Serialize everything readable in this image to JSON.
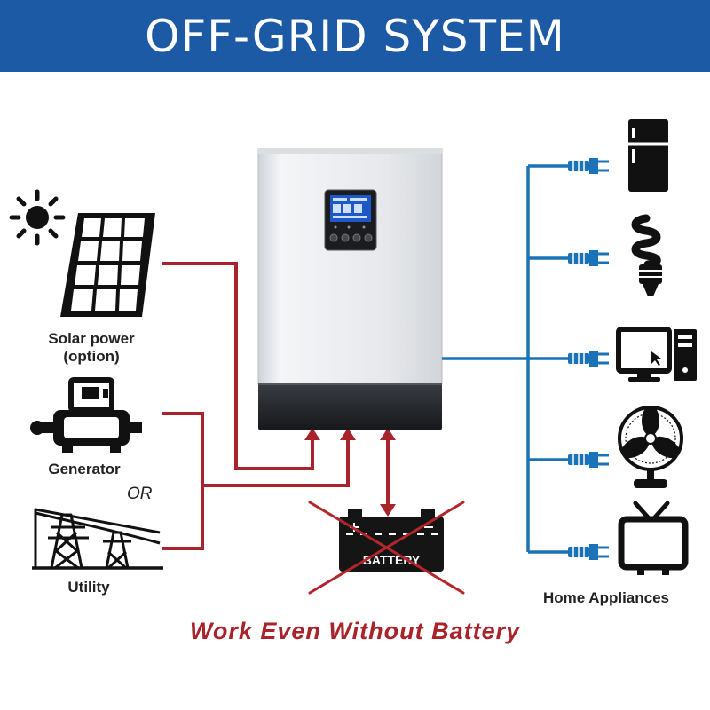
{
  "header": {
    "title": "OFF-GRID SYSTEM"
  },
  "sources": {
    "solar_label_line1": "Solar power",
    "solar_label_line2": "(option)",
    "generator_label": "Generator",
    "or_label": "OR",
    "utility_label": "Utility"
  },
  "battery": {
    "label": "BATTERY",
    "crossed_out": true
  },
  "loads": {
    "label": "Home Appliances"
  },
  "footer": {
    "note": "Work Even Without Battery"
  },
  "colors": {
    "banner": "#1d5aa6",
    "ac_input_line": "#a8232a",
    "ac_output_line": "#1a73b8",
    "cross": "#b3262c",
    "footer_text": "#a8232a"
  },
  "icons": [
    "sun-icon",
    "solar-panel-icon",
    "generator-icon",
    "utility-tower-icon",
    "battery-icon",
    "refrigerator-icon",
    "light-bulb-icon",
    "computer-icon",
    "fan-icon",
    "tv-icon",
    "plug-icon"
  ]
}
